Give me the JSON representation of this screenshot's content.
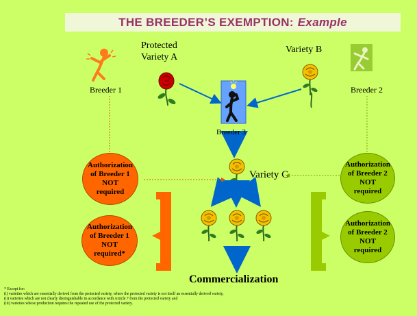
{
  "title": {
    "main": "THE BREEDER’S EXEMPTION:",
    "emphasis": "Example"
  },
  "labels": {
    "breeder1": "Breeder 1",
    "breeder2": "Breeder 2",
    "breeder3": "Breeder 3",
    "variety_a_line1": "Protected",
    "variety_a_line2": "Variety A",
    "variety_b": "Variety B",
    "variety_c": "Variety C",
    "commercialization": "Commercialization"
  },
  "circles": {
    "top_left": [
      "Authorization",
      "of Breeder 1",
      "NOT",
      "required"
    ],
    "bottom_left": [
      "Authorization",
      "of Breeder 1",
      "NOT",
      "required*"
    ],
    "top_right": [
      "Authorization",
      "of Breeder 2",
      "NOT",
      "required"
    ],
    "bottom_right": [
      "Authorization",
      "of Breeder 2",
      "NOT",
      "required"
    ]
  },
  "footnote": [
    "* Except for:",
    "(i)    varieties which are essentially derived from the protected variety, where the protected variety is not itself an essentially derived variety,",
    "(ii)   varieties which are not clearly distinguishable in accordance with Article 7 from the protected variety and",
    "(iii)  varieties whose production requires the repeated use of the protected variety."
  ],
  "colors": {
    "background": "#ccff66",
    "title_text": "#993366",
    "orange": "#ff6600",
    "green": "#99cc00",
    "arrow_blue": "#0066cc",
    "rose_yellow": "#f2c200",
    "rose_red": "#cc0000"
  }
}
